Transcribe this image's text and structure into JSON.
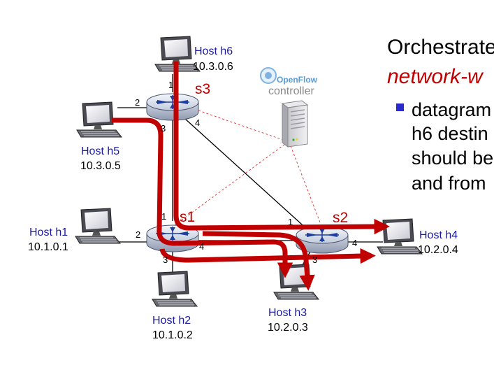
{
  "title": "Orchestrate",
  "subtitle": "network-w",
  "bullet_lines": [
    "datagram",
    "h6 destin",
    "should be",
    "and from"
  ],
  "controller": {
    "brand": "OpenFlow",
    "label": "controller"
  },
  "switches": [
    {
      "id": "s1",
      "label": "s1",
      "ports": [
        "1",
        "2",
        "3",
        "4"
      ]
    },
    {
      "id": "s2",
      "label": "s2",
      "ports": [
        "1",
        "3",
        "4"
      ]
    },
    {
      "id": "s3",
      "label": "s3",
      "ports": [
        "1",
        "2",
        "3",
        "4"
      ]
    }
  ],
  "hosts": [
    {
      "id": "h1",
      "name": "Host h1",
      "ip": "10.1.0.1"
    },
    {
      "id": "h2",
      "name": "Host h2",
      "ip": "10.1.0.2"
    },
    {
      "id": "h3",
      "name": "Host h3",
      "ip": "10.2.0.3"
    },
    {
      "id": "h4",
      "name": "Host h4",
      "ip": "10.2.0.4"
    },
    {
      "id": "h5",
      "name": "Host h5",
      "ip": "10.3.0.5"
    },
    {
      "id": "h6",
      "name": "Host h6",
      "ip": "10.3.0.6"
    }
  ],
  "colors": {
    "flow": "#c00000",
    "host_label": "#1a1aa6",
    "bullet": "#2a2acc",
    "controller_link": "#e03030"
  }
}
